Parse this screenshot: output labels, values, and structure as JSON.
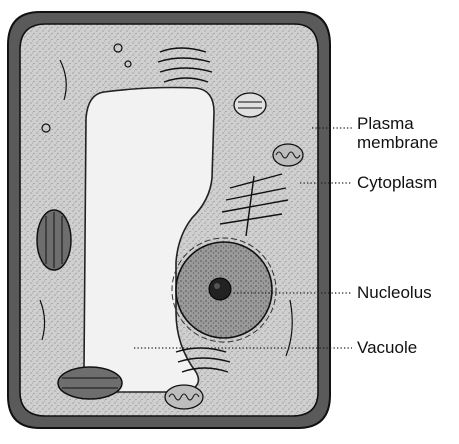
{
  "diagram": {
    "labels": {
      "plasma_membrane_line1": "Plasma",
      "plasma_membrane_line2": "membrane",
      "cytoplasm": "Cytoplasm",
      "nucleolus": "Nucleolus",
      "vacuole": "Vacuole"
    }
  },
  "colors": {
    "cell_wall": "#5a5a5a",
    "cytoplasm": "#c9c9c9",
    "vacuole": "#f2f2f2",
    "nucleus": "#8a8a8a",
    "ink": "#111111"
  }
}
